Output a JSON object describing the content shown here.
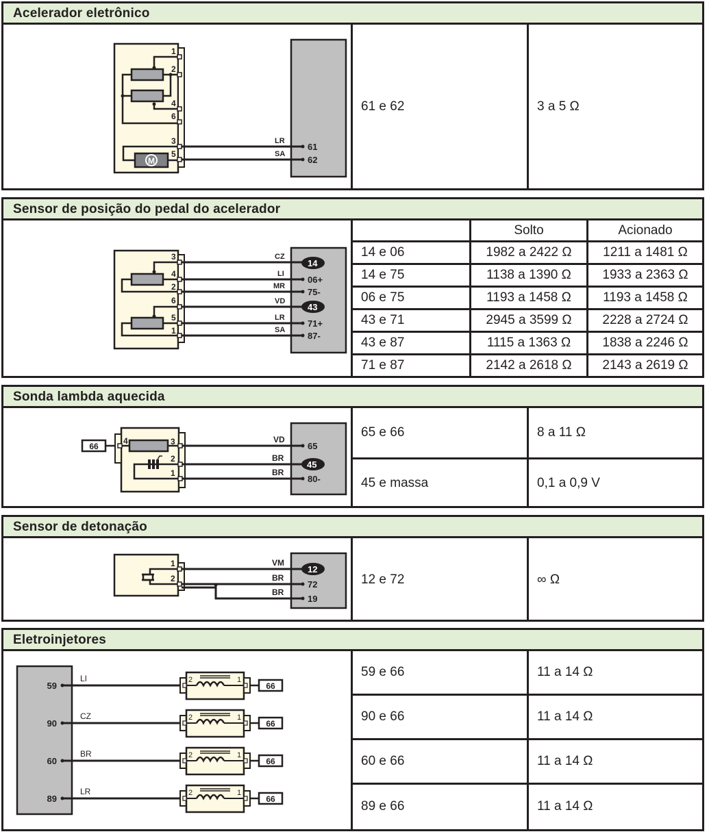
{
  "colors": {
    "header_bg": "#e3eed6",
    "border": "#231f20",
    "component_fill": "#fdf9e3",
    "ecu_fill": "#c0c0c0"
  },
  "sections": [
    {
      "title": "Acelerador eletrônico",
      "rows": [
        {
          "pins": "61 e 62",
          "value": "3 a 5 Ω"
        }
      ],
      "diagram": {
        "component_pins": [
          "1",
          "2",
          "4",
          "6",
          "3",
          "5"
        ],
        "motor_label": "M",
        "wires": [
          {
            "color": "LR",
            "ecu_pin": "61"
          },
          {
            "color": "SA",
            "ecu_pin": "62"
          }
        ]
      }
    },
    {
      "title": "Sensor de posição do pedal do acelerador",
      "columns": [
        "",
        "Solto",
        "Acionado"
      ],
      "rows": [
        {
          "pins": "14 e 06",
          "solto": "1982 a 2422 Ω",
          "acionado": "1211 a 1481 Ω"
        },
        {
          "pins": "14 e 75",
          "solto": "1138 a 1390 Ω",
          "acionado": "1933 a 2363 Ω"
        },
        {
          "pins": "06 e 75",
          "solto": "1193 a 1458 Ω",
          "acionado": "1193 a 1458 Ω"
        },
        {
          "pins": "43 e 71",
          "solto": "2945 a 3599 Ω",
          "acionado": "2228 a 2724 Ω"
        },
        {
          "pins": "43 e 87",
          "solto": "1115 a 1363 Ω",
          "acionado": "1838 a 2246 Ω"
        },
        {
          "pins": "71 e 87",
          "solto": "2142 a 2618 Ω",
          "acionado": "2143 a 2619 Ω"
        }
      ],
      "diagram": {
        "component_pins": [
          "3",
          "4",
          "2",
          "6",
          "5",
          "1"
        ],
        "wires": [
          {
            "color": "CZ",
            "ecu_pin": "14",
            "highlight": true
          },
          {
            "color": "LI",
            "ecu_pin": "06+"
          },
          {
            "color": "MR",
            "ecu_pin": "75-"
          },
          {
            "color": "VD",
            "ecu_pin": "43",
            "highlight": true
          },
          {
            "color": "LR",
            "ecu_pin": "71+"
          },
          {
            "color": "SA",
            "ecu_pin": "87-"
          }
        ]
      }
    },
    {
      "title": "Sonda lambda aquecida",
      "rows": [
        {
          "pins": "65 e 66",
          "value": "8 a 11 Ω"
        },
        {
          "pins": "45 e massa",
          "value": "0,1 a 0,9 V"
        }
      ],
      "diagram": {
        "ground_tag": "66",
        "component_pins": [
          "4",
          "3",
          "2",
          "1"
        ],
        "wires": [
          {
            "color": "VD",
            "ecu_pin": "65"
          },
          {
            "color": "BR",
            "ecu_pin": "45",
            "highlight": true
          },
          {
            "color": "BR",
            "ecu_pin": "80-"
          }
        ]
      }
    },
    {
      "title": "Sensor de detonação",
      "rows": [
        {
          "pins": "12 e 72",
          "value": "∞ Ω"
        }
      ],
      "diagram": {
        "component_pins": [
          "1",
          "2"
        ],
        "wires": [
          {
            "color": "VM",
            "ecu_pin": "12",
            "highlight": true
          },
          {
            "color": "BR",
            "ecu_pin": "72"
          },
          {
            "color": "BR",
            "ecu_pin": "19"
          }
        ]
      }
    },
    {
      "title": "Eletroinjetores",
      "rows": [
        {
          "pins": "59 e 66",
          "value": "11 a 14 Ω"
        },
        {
          "pins": "90 e 66",
          "value": "11 a 14 Ω"
        },
        {
          "pins": "60 e 66",
          "value": "11 a 14 Ω"
        },
        {
          "pins": "89 e 66",
          "value": "11 a 14 Ω"
        }
      ],
      "diagram": {
        "injectors": [
          {
            "ecu_pin": "59",
            "color": "LI",
            "pin_a": "2",
            "pin_b": "1",
            "ground_tag": "66"
          },
          {
            "ecu_pin": "90",
            "color": "CZ",
            "pin_a": "2",
            "pin_b": "1",
            "ground_tag": "66"
          },
          {
            "ecu_pin": "60",
            "color": "BR",
            "pin_a": "2",
            "pin_b": "1",
            "ground_tag": "66"
          },
          {
            "ecu_pin": "89",
            "color": "LR",
            "pin_a": "2",
            "pin_b": "1",
            "ground_tag": "66"
          }
        ]
      }
    }
  ]
}
